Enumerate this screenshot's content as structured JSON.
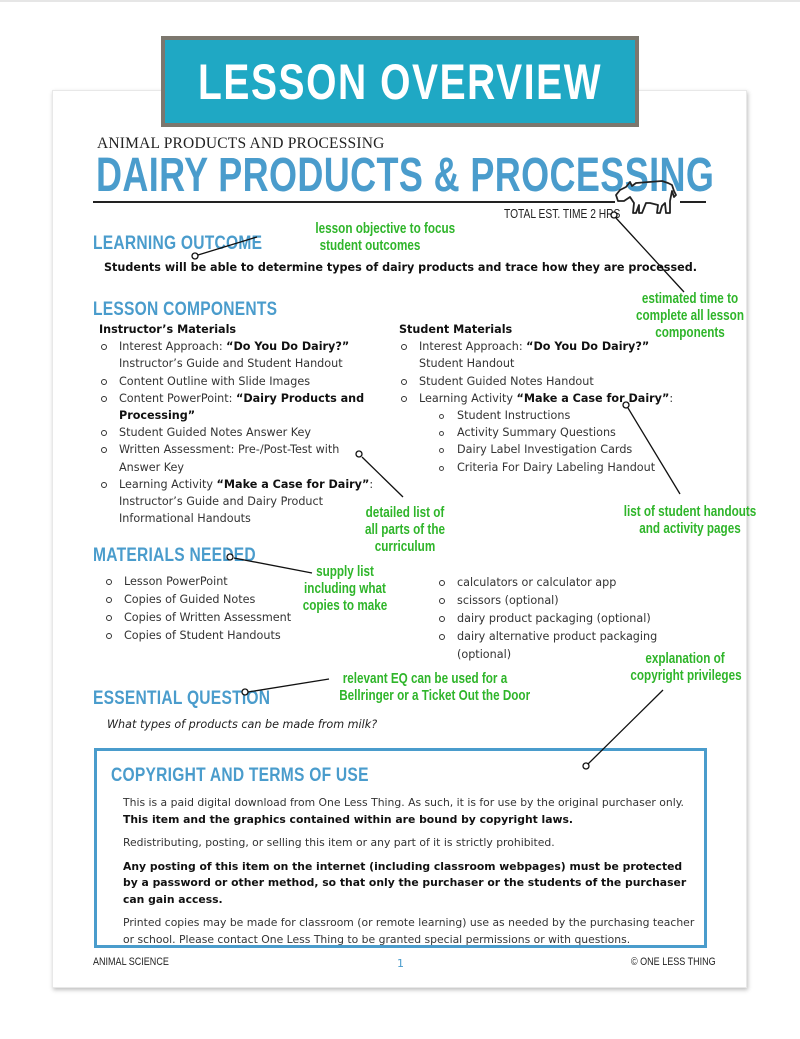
{
  "banner": {
    "title": "LESSON OVERVIEW"
  },
  "header": {
    "kicker": "ANIMAL PRODUCTS AND PROCESSING",
    "title": "DAIRY PRODUCTS & PROCESSING",
    "est_time": "TOTAL EST. TIME 2 HRS",
    "icon": "cow-icon"
  },
  "learning_outcome": {
    "heading": "LEARNING OUTCOME",
    "text": "Students will be able to determine types of dairy products and trace how they are processed."
  },
  "lesson_components": {
    "heading": "LESSON COMPONENTS",
    "instructor": {
      "heading": "Instructor’s Materials",
      "items": [
        {
          "pre": "Interest Approach: ",
          "bold": "“Do You Do Dairy?”",
          "post": " Instructor’s Guide and Student Handout"
        },
        {
          "pre": "Content Outline with Slide Images",
          "bold": "",
          "post": ""
        },
        {
          "pre": "Content PowerPoint: ",
          "bold": "“Dairy Products and Processing”",
          "post": ""
        },
        {
          "pre": "Student Guided Notes Answer Key",
          "bold": "",
          "post": ""
        },
        {
          "pre": "Written Assessment: Pre-/Post-Test with Answer Key",
          "bold": "",
          "post": ""
        },
        {
          "pre": "Learning Activity ",
          "bold": "“Make a Case for Dairy”",
          "post": ": Instructor’s Guide and Dairy Product Informational Handouts"
        }
      ]
    },
    "student": {
      "heading": "Student Materials",
      "items": [
        {
          "pre": "Interest Approach: ",
          "bold": "“Do You Do Dairy?”",
          "post": " Student Handout"
        },
        {
          "pre": "Student Guided Notes Handout",
          "bold": "",
          "post": ""
        },
        {
          "pre": "Learning Activity ",
          "bold": "“Make a Case for Dairy”",
          "post": ":"
        }
      ],
      "subitems": [
        "Student Instructions",
        "Activity Summary Questions",
        "Dairy Label Investigation Cards",
        "Criteria For Dairy Labeling Handout"
      ]
    }
  },
  "materials_needed": {
    "heading": "MATERIALS NEEDED",
    "left": [
      "Lesson PowerPoint",
      "Copies of Guided Notes",
      "Copies of Written Assessment",
      "Copies of Student Handouts"
    ],
    "right": [
      "calculators or calculator app",
      "scissors (optional)",
      "dairy product packaging (optional)",
      "dairy alternative product packaging (optional)"
    ]
  },
  "essential_question": {
    "heading": "ESSENTIAL QUESTION",
    "text": "What types of products can be made from milk?"
  },
  "copyright": {
    "heading": "COPYRIGHT AND TERMS OF USE",
    "p1": "This is a paid digital download from One Less Thing. As such, it is for use by the original purchaser only.",
    "p1_bold": "This item and the graphics contained within are bound by copyright laws.",
    "p2": "Redistributing, posting, or selling this item or any part of it is strictly prohibited.",
    "p3_bold": "Any posting of this item on the internet (including classroom webpages) must be protected by a password or other method, so that only the purchaser or the students of the purchaser can gain access.",
    "p4": "Printed copies may be made for classroom (or remote learning) use as needed by the purchasing teacher or school. Please contact One Less Thing to be granted special permissions or with questions."
  },
  "footer": {
    "left": "ANIMAL SCIENCE",
    "page": "1",
    "right": "© ONE LESS THING"
  },
  "annotations": {
    "objective": [
      "lesson objective to focus",
      "student  outcomes"
    ],
    "time": [
      "estimated time to",
      "complete all lesson",
      "components"
    ],
    "curriculum": [
      "detailed list of",
      "all parts of the",
      "curriculum"
    ],
    "handouts": [
      "list of student handouts",
      "and activity pages"
    ],
    "supply": [
      "supply list",
      "including what",
      "copies to make"
    ],
    "eq": [
      "relevant EQ can be used for a",
      "Bellringer or a Ticket Out the Door"
    ],
    "copyright": [
      "explanation of",
      "copyright privileges"
    ]
  },
  "colors": {
    "banner_bg": "#1fa8c4",
    "banner_border": "#7c776e",
    "heading_blue": "#4a9ccc",
    "annotation_green": "#2fb52a"
  }
}
